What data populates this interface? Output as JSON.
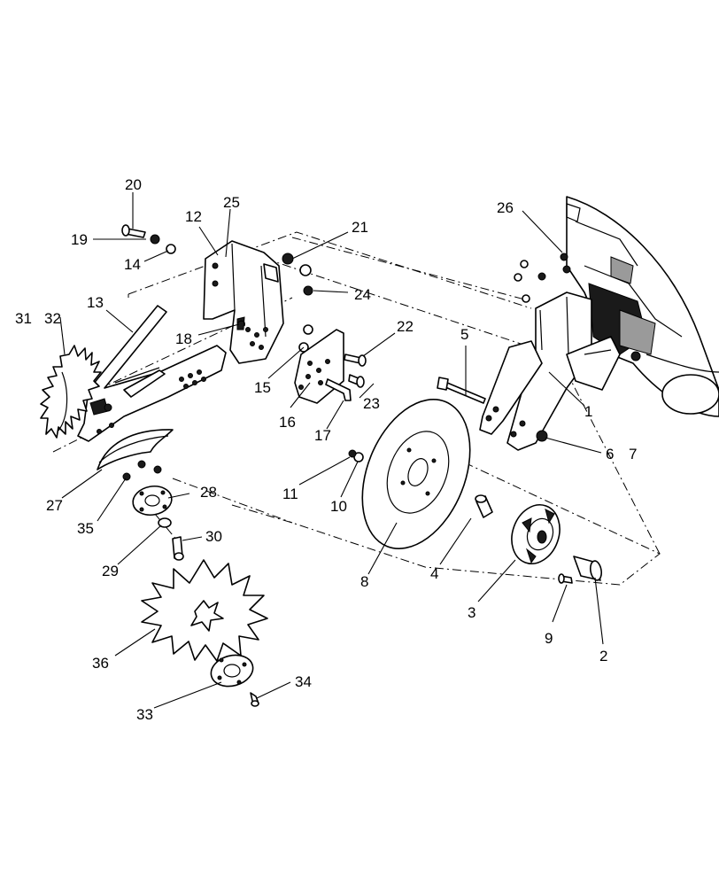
{
  "diagram": {
    "callouts": [
      {
        "id": "c1",
        "text": "1"
      },
      {
        "id": "c2",
        "text": "2"
      },
      {
        "id": "c3",
        "text": "3"
      },
      {
        "id": "c4",
        "text": "4"
      },
      {
        "id": "c5",
        "text": "5"
      },
      {
        "id": "c6",
        "text": "6"
      },
      {
        "id": "c7",
        "text": "7"
      },
      {
        "id": "c8",
        "text": "8"
      },
      {
        "id": "c9",
        "text": "9"
      },
      {
        "id": "c10",
        "text": "10"
      },
      {
        "id": "c11",
        "text": "11"
      },
      {
        "id": "c12",
        "text": "12"
      },
      {
        "id": "c13",
        "text": "13"
      },
      {
        "id": "c14",
        "text": "14"
      },
      {
        "id": "c15",
        "text": "15"
      },
      {
        "id": "c16",
        "text": "16"
      },
      {
        "id": "c17",
        "text": "17"
      },
      {
        "id": "c18",
        "text": "18"
      },
      {
        "id": "c19",
        "text": "19"
      },
      {
        "id": "c20",
        "text": "20"
      },
      {
        "id": "c21",
        "text": "21"
      },
      {
        "id": "c22",
        "text": "22"
      },
      {
        "id": "c23",
        "text": "23"
      },
      {
        "id": "c24",
        "text": "24"
      },
      {
        "id": "c25",
        "text": "25"
      },
      {
        "id": "c26",
        "text": "26"
      },
      {
        "id": "c27",
        "text": "27"
      },
      {
        "id": "c28",
        "text": "28"
      },
      {
        "id": "c29",
        "text": "29"
      },
      {
        "id": "c30",
        "text": "30"
      },
      {
        "id": "c31",
        "text": "31"
      },
      {
        "id": "c32",
        "text": "32"
      },
      {
        "id": "c33",
        "text": "33"
      },
      {
        "id": "c34",
        "text": "34"
      },
      {
        "id": "c35",
        "text": "35"
      },
      {
        "id": "c36",
        "text": "36"
      }
    ]
  }
}
